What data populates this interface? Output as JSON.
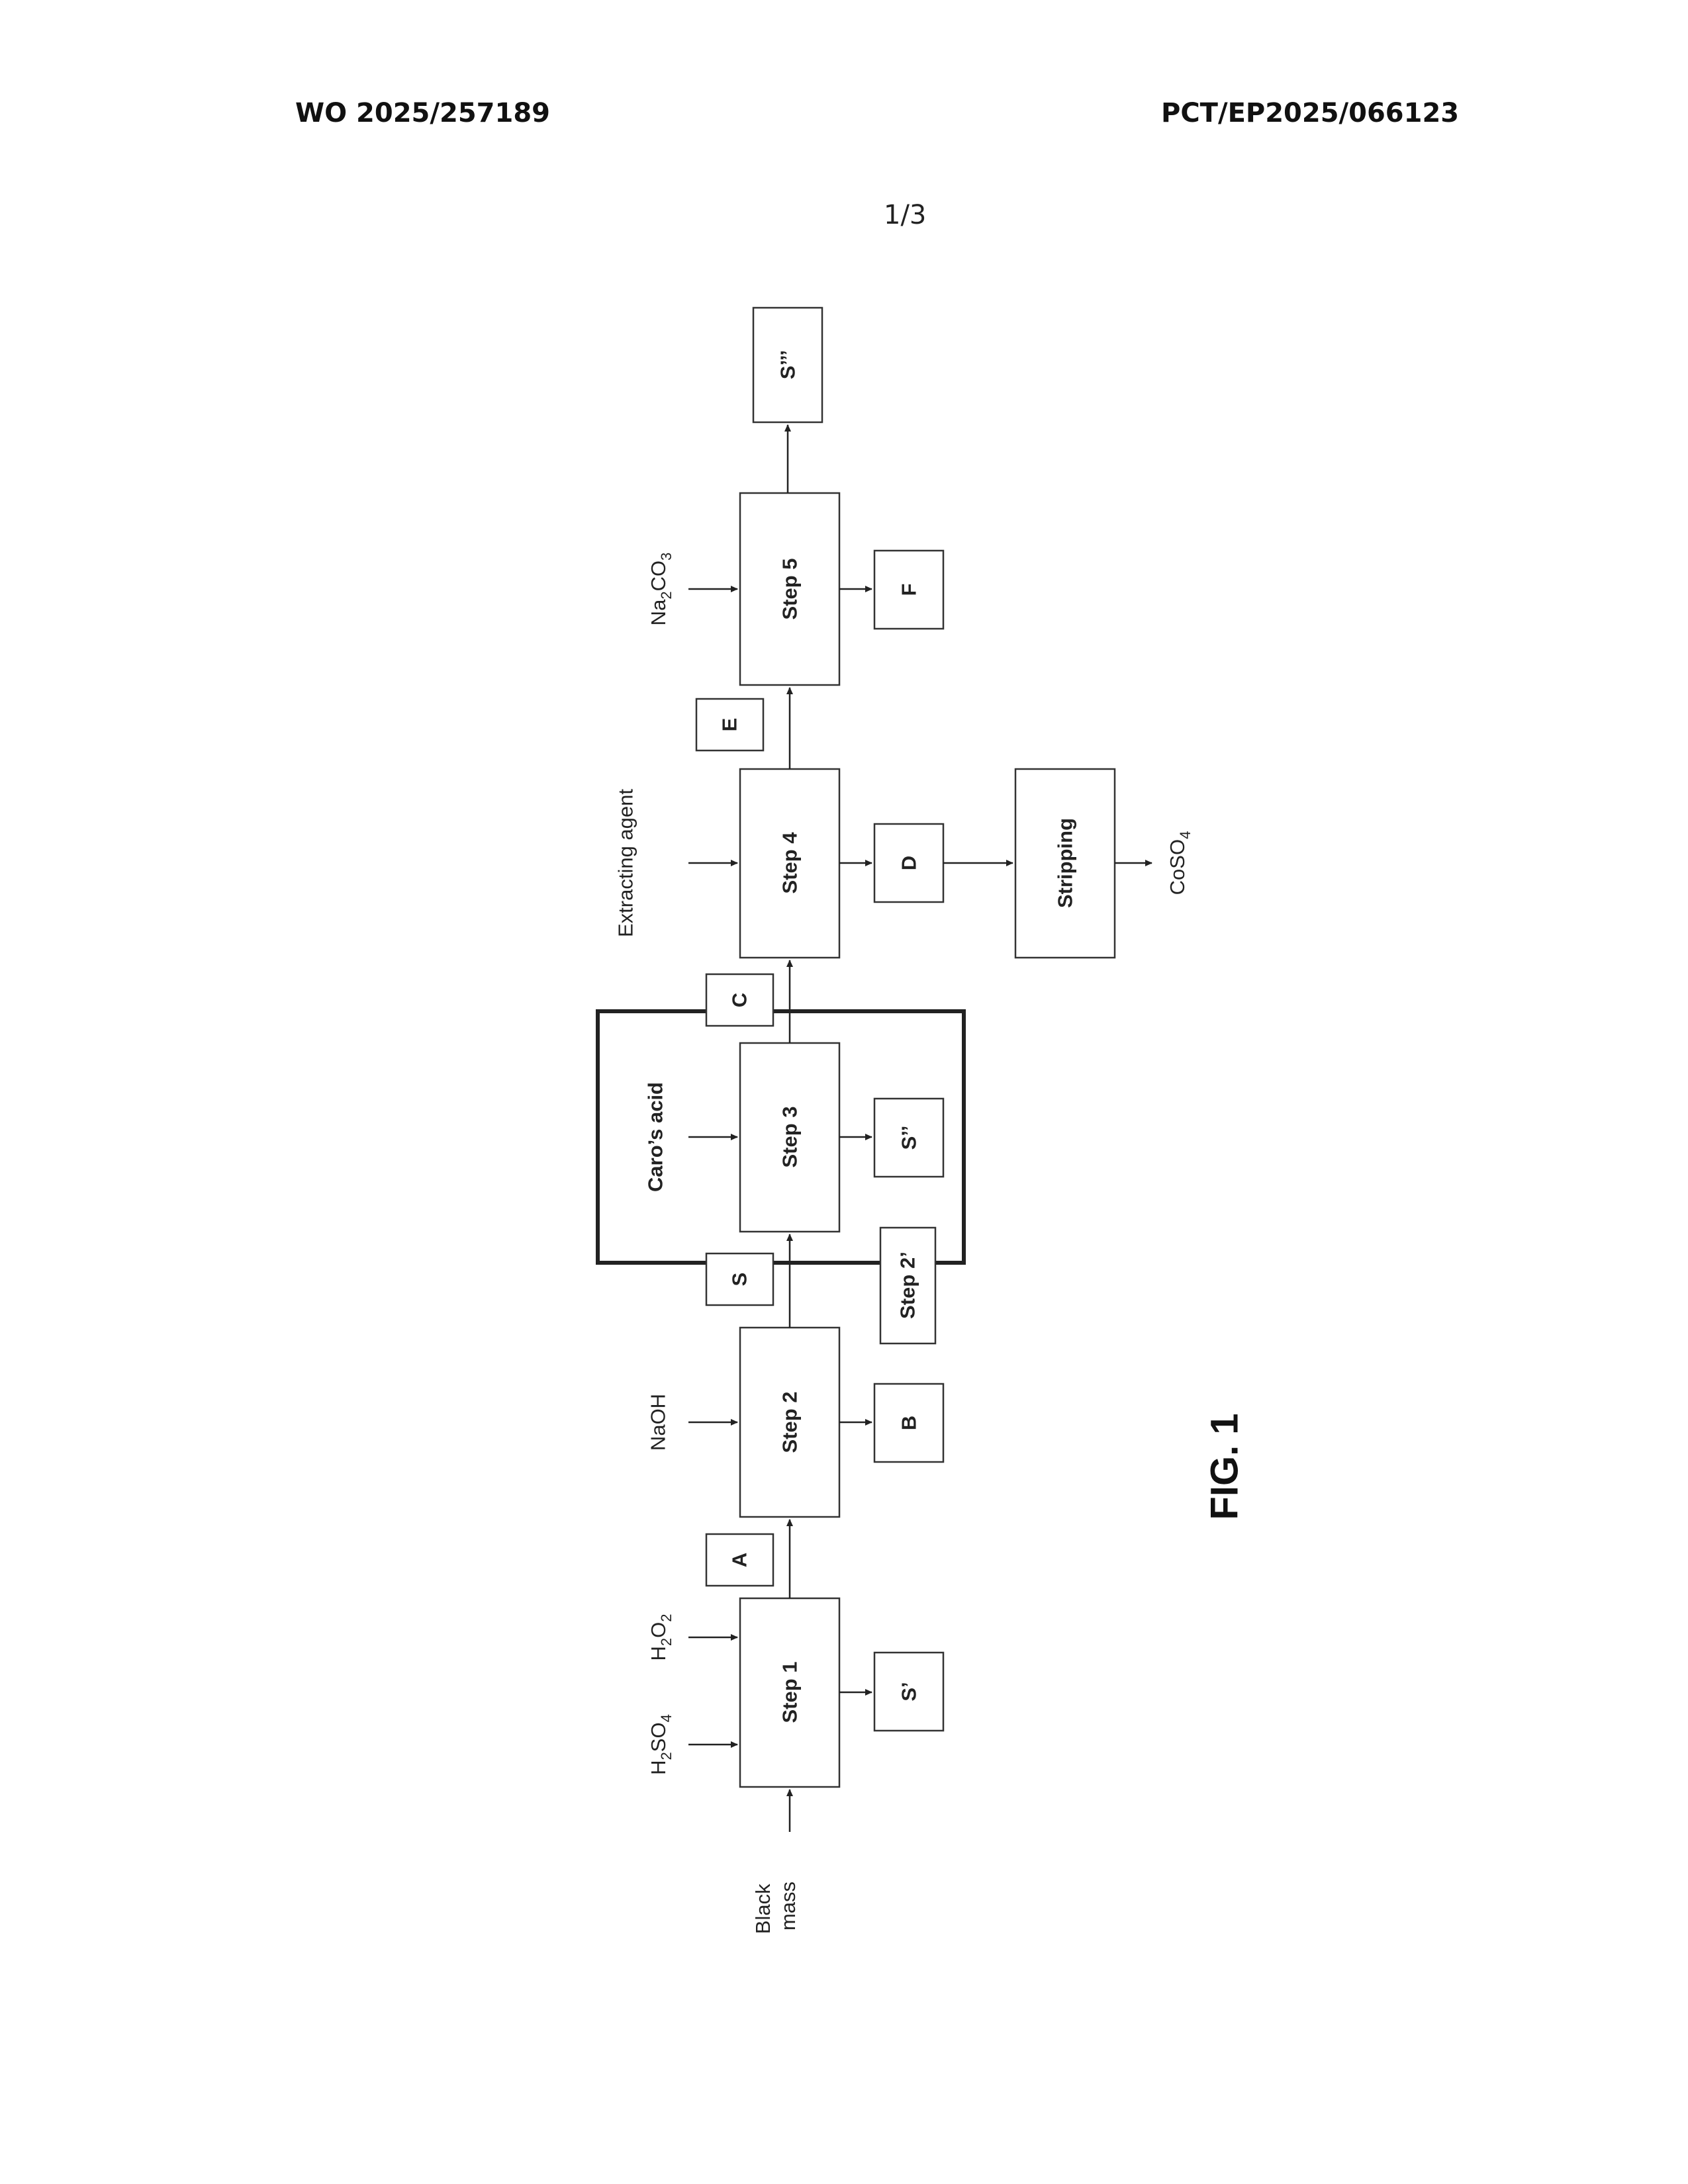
{
  "header": {
    "publication_number": "WO 2025/257189",
    "application_number": "PCT/EP2025/066123",
    "page": "1/3"
  },
  "figure": {
    "caption": "FIG. 1",
    "process_steps": [
      "Step 1",
      "Step 2",
      "Step 2’",
      "Step 3",
      "Step 4",
      "Step 5",
      "Stripping"
    ],
    "streams": [
      "A",
      "B",
      "C",
      "D",
      "E",
      "F",
      "S",
      "S’",
      "S’’",
      "S’’’"
    ],
    "inputs": {
      "black_mass": "Black mass",
      "h2so4": "H2SO4",
      "h2o2": "H2O2",
      "naoh": "NaOH",
      "caros_acid": "Caro’s acid",
      "extracting_agent": "Extracting agent",
      "na2co3": "Na2CO3"
    },
    "outputs": {
      "coso4": "CoSO4"
    },
    "formulas": {
      "h2so4": [
        {
          "t": "H"
        },
        {
          "t": "2",
          "sub": true
        },
        {
          "t": "SO"
        },
        {
          "t": "4",
          "sub": true
        }
      ],
      "h2o2": [
        {
          "t": "H"
        },
        {
          "t": "2",
          "sub": true
        },
        {
          "t": "O"
        },
        {
          "t": "2",
          "sub": true
        }
      ],
      "na2co3": [
        {
          "t": "Na"
        },
        {
          "t": "2",
          "sub": true
        },
        {
          "t": "CO"
        },
        {
          "t": "3",
          "sub": true
        }
      ],
      "coso4": [
        {
          "t": "CoSO"
        },
        {
          "t": "4",
          "sub": true
        }
      ]
    }
  }
}
